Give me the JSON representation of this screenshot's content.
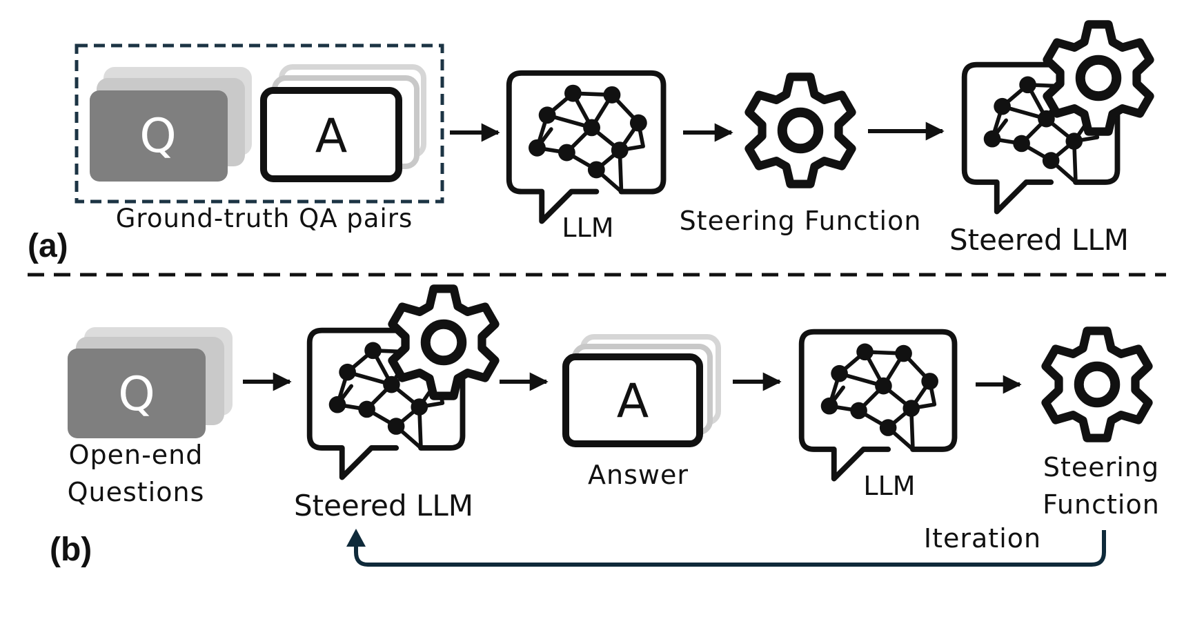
{
  "panel_a": {
    "tag": "(a)",
    "q_letter": "Q",
    "a_letter": "A",
    "qa_label": "Ground-truth QA pairs",
    "llm_label": "LLM",
    "steering_label": "Steering Function",
    "steered_label": "Steered LLM"
  },
  "panel_b": {
    "tag": "(b)",
    "q_letter": "Q",
    "questions_line1": "Open-end",
    "questions_line2": "Questions",
    "steered_label": "Steered LLM",
    "a_letter": "A",
    "answer_label": "Answer",
    "llm_label": "LLM",
    "steering_line1": "Steering",
    "steering_line2": "Function",
    "iteration_label": "Iteration"
  },
  "colors": {
    "q_card": "#7f7f7f",
    "shadow_card": "#cfcfcf",
    "ink": "#111111",
    "loop_arrow": "#0f2a3a",
    "dashed_box": "#1c3444"
  }
}
